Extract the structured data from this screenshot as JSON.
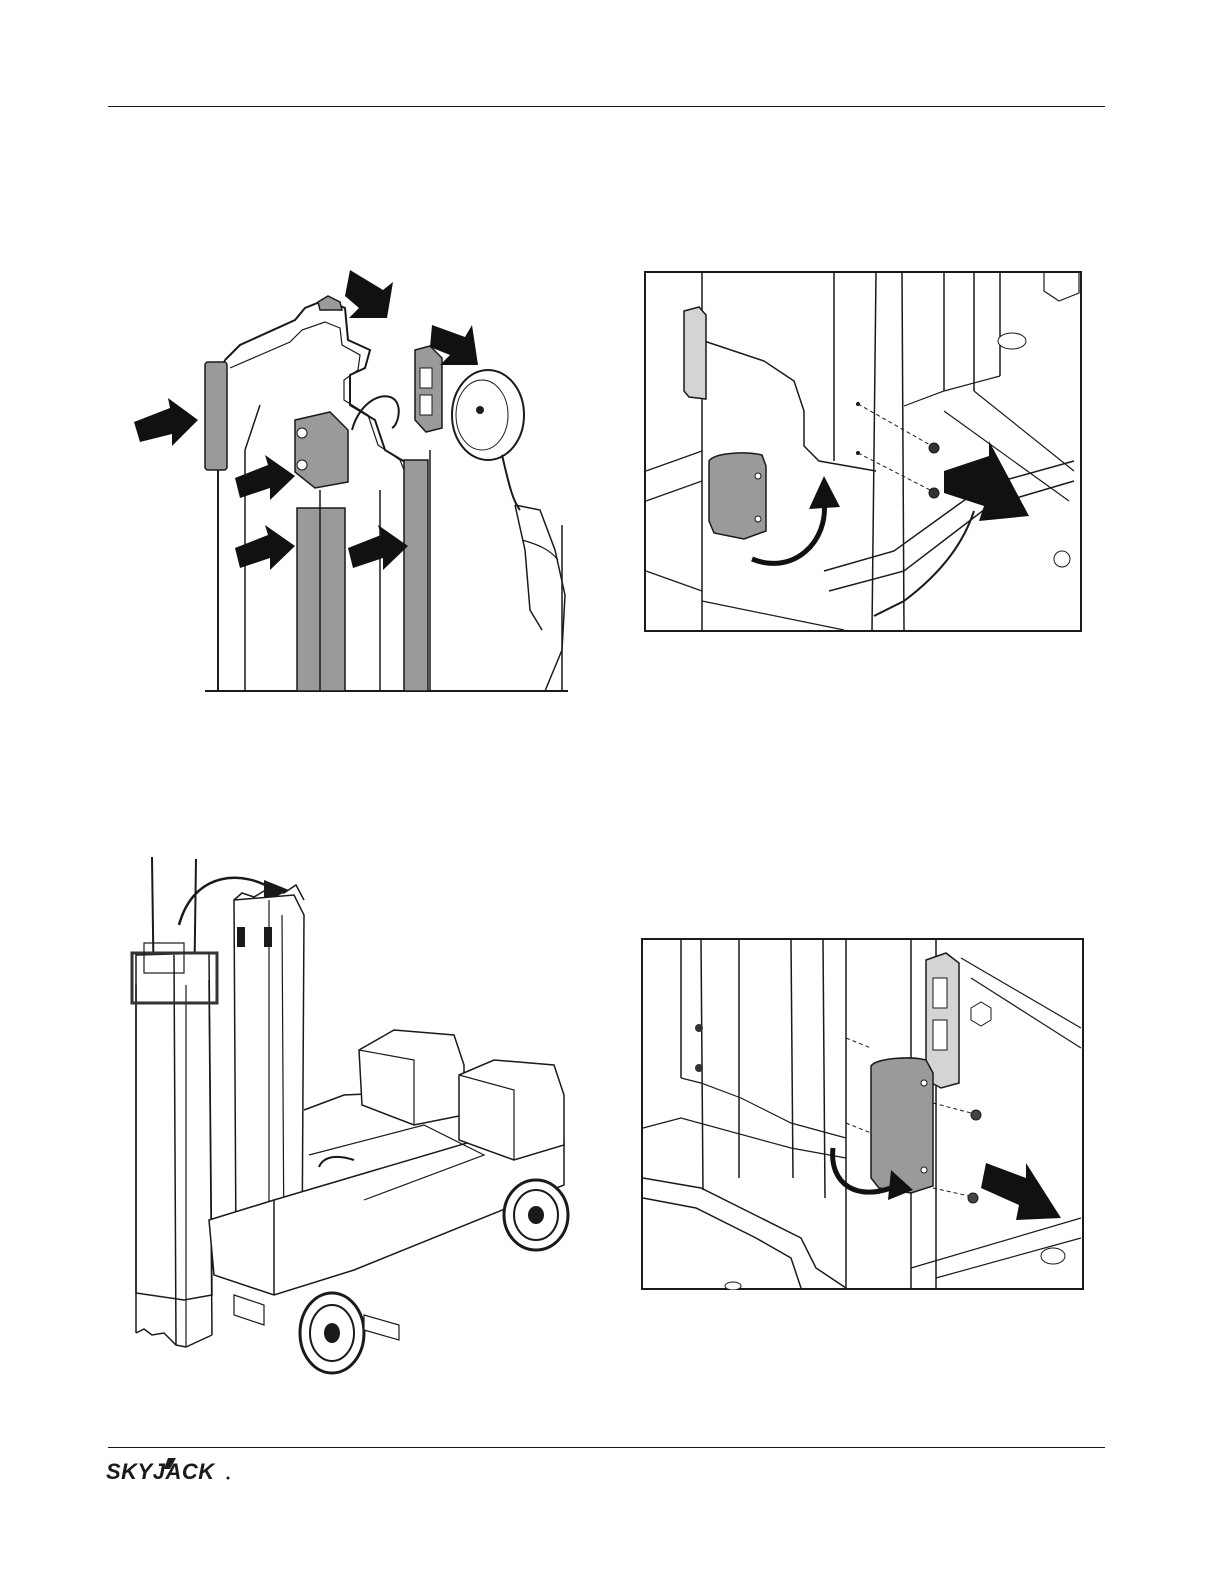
{
  "page": {
    "brand": {
      "name": "SKYJACK",
      "mark": "."
    },
    "figures": [
      {
        "id": "fig-wear-pads-mast",
        "subject": "mast-wear-pads-grease"
      },
      {
        "id": "fig-wear-pad-front",
        "subject": "wear-pad-install-front"
      },
      {
        "id": "fig-mast-section-move",
        "subject": "mast-section-transfer"
      },
      {
        "id": "fig-wear-pad-rear",
        "subject": "wear-pad-install-rear"
      }
    ],
    "colors": {
      "ink": "#1a1a1a",
      "pad_gray": "#9a9a9a",
      "light_gray": "#d4d4d4",
      "arrow": "#111111"
    }
  }
}
